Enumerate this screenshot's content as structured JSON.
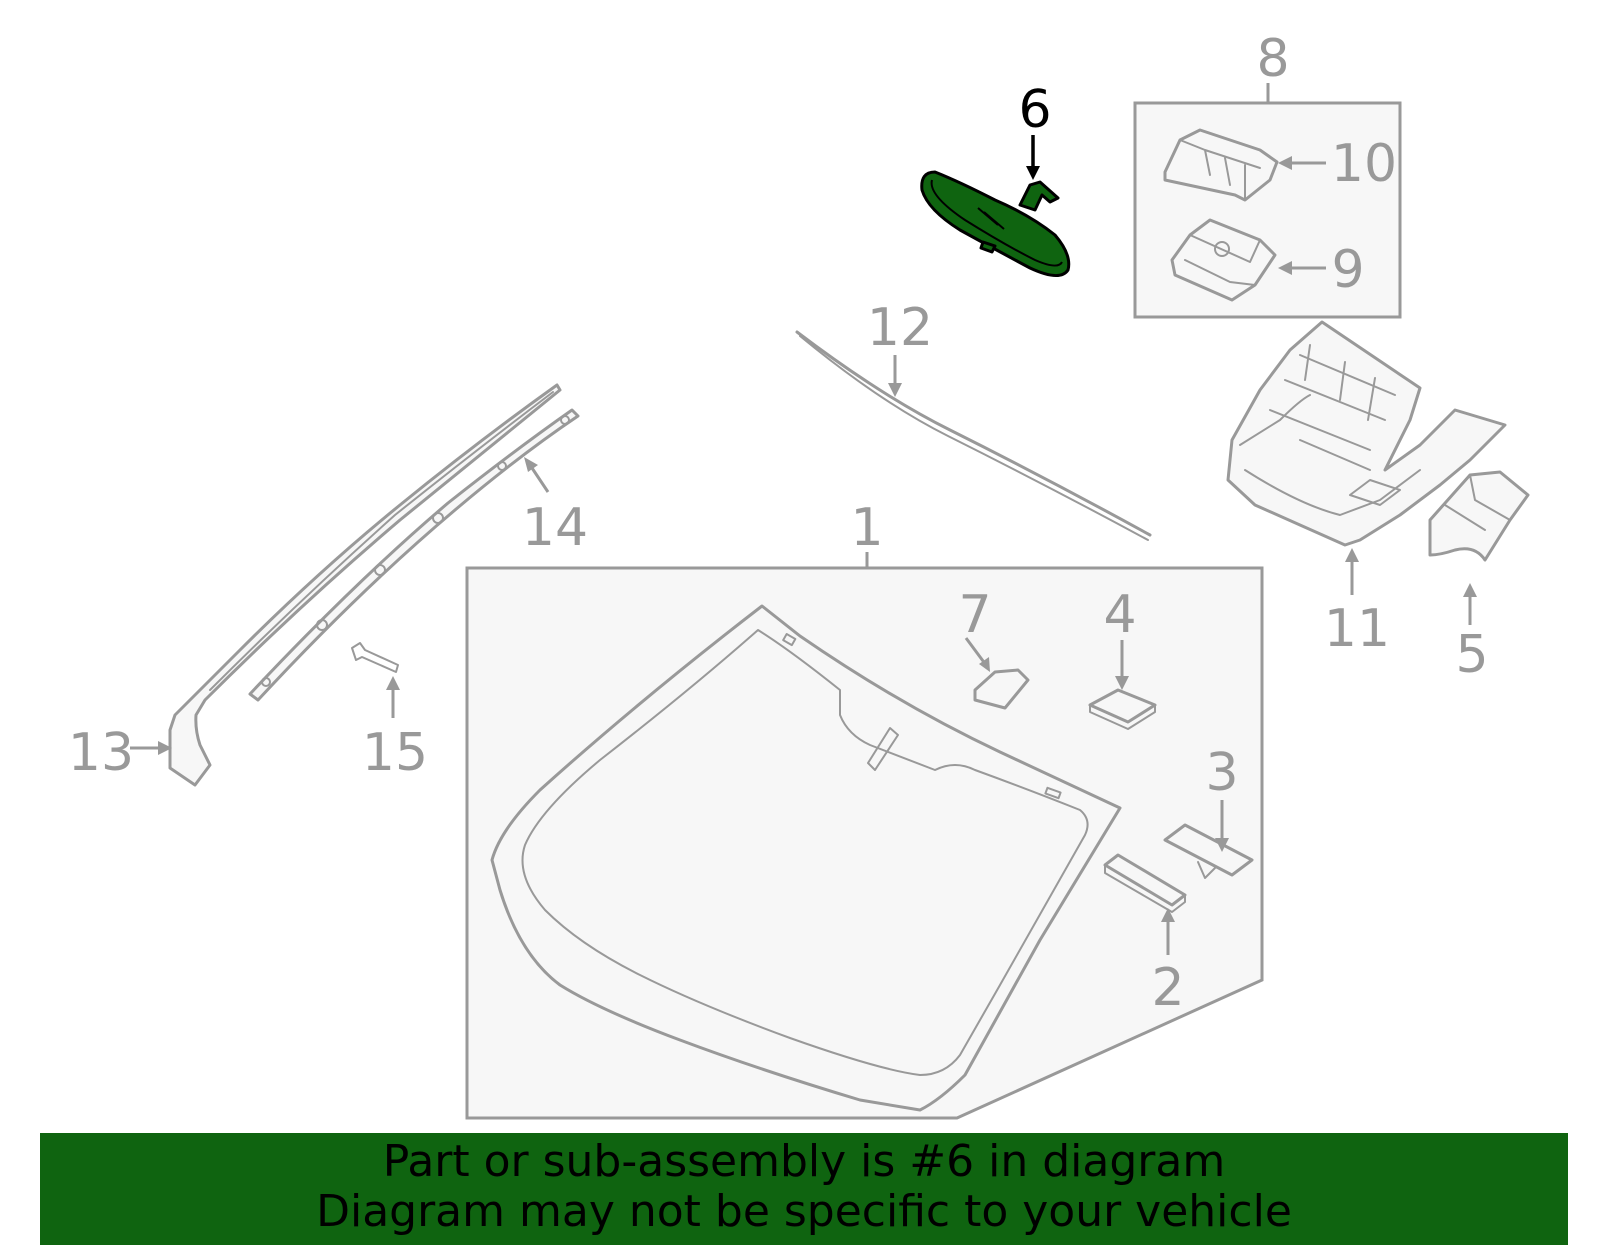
{
  "diagram": {
    "callouts": {
      "c1": "1",
      "c2": "2",
      "c3": "3",
      "c4": "4",
      "c5": "5",
      "c6": "6",
      "c7": "7",
      "c8": "8",
      "c9": "9",
      "c10": "10",
      "c11": "11",
      "c12": "12",
      "c13": "13",
      "c14": "14",
      "c15": "15"
    },
    "highlight_color": "#0f6410",
    "line_color": "#999999"
  },
  "banner": {
    "line1": "Part or sub-assembly is #6 in diagram",
    "line2": "Diagram may not be specific to your vehicle",
    "color": "#0f6410"
  }
}
